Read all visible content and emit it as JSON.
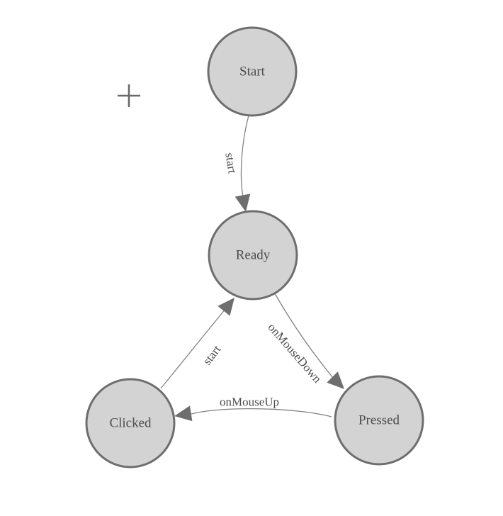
{
  "colors": {
    "canvas_bg": "#ffffff",
    "node_fill": "#d3d3d3",
    "node_stroke": "#6e6e6e",
    "edge_color": "#828282",
    "arrow_color": "#6e6e6e",
    "text_color": "#4d4d4d",
    "crosshair_color": "#6a6a6a"
  },
  "nodes": [
    {
      "id": "start",
      "label": "Start"
    },
    {
      "id": "ready",
      "label": "Ready"
    },
    {
      "id": "clicked",
      "label": "Clicked"
    },
    {
      "id": "pressed",
      "label": "Pressed"
    }
  ],
  "edges": [
    {
      "from": "start",
      "to": "ready",
      "label": "start"
    },
    {
      "from": "ready",
      "to": "pressed",
      "label": "onMouseDown"
    },
    {
      "from": "pressed",
      "to": "clicked",
      "label": "onMouseUp"
    },
    {
      "from": "clicked",
      "to": "ready",
      "label": "start"
    }
  ],
  "cursor": {
    "type": "plus-crosshair"
  }
}
